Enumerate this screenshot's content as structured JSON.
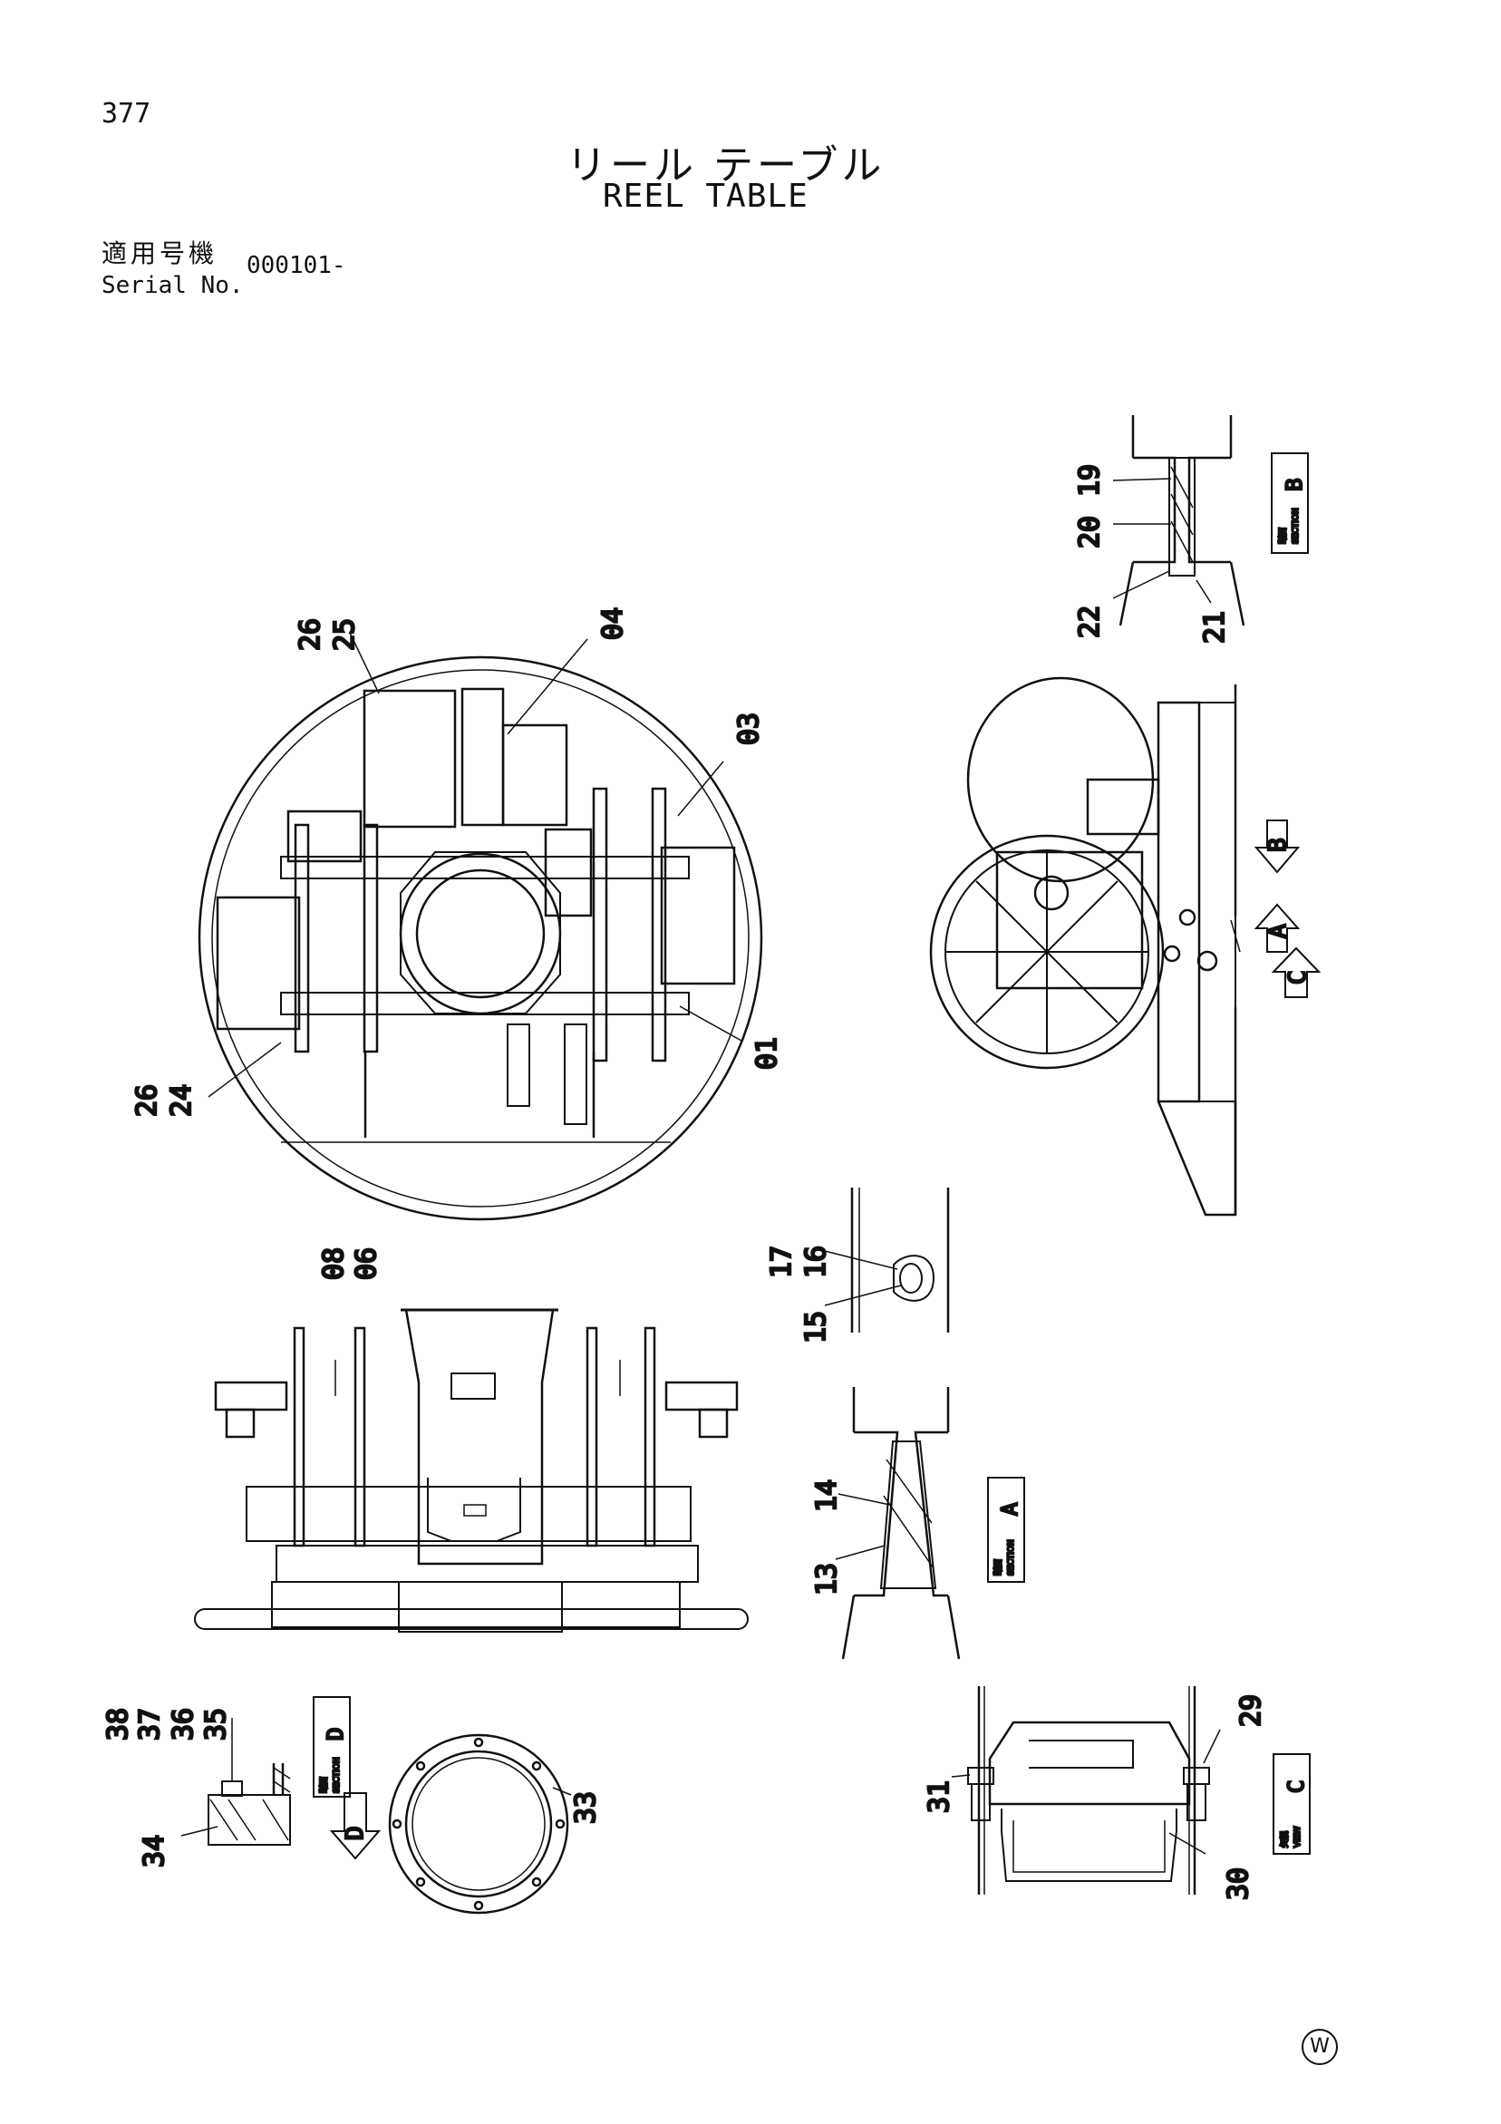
{
  "header": {
    "page_number": "377",
    "title_jp": "リール テーブル",
    "title_en": "REEL TABLE",
    "serial_label_jp": "適用号機",
    "serial_label_en": "Serial No.",
    "serial_value": "000101-"
  },
  "callouts": {
    "p19": "19",
    "p20": "20",
    "p21": "21",
    "p22": "22",
    "p26a": "26",
    "p25": "25",
    "p04": "04",
    "p03": "03",
    "p01": "01",
    "p26b": "26",
    "p24": "24",
    "p08": "08",
    "p06": "06",
    "p17": "17",
    "p16": "16",
    "p15": "15",
    "p14": "14",
    "p13": "13",
    "p38": "38",
    "p37": "37",
    "p36": "36",
    "p35": "35",
    "p34": "34",
    "p33": "33",
    "p29": "29",
    "p31": "31",
    "p30": "30"
  },
  "view_tags": {
    "section_b": {
      "kanji": "断面",
      "sub": "SECTION",
      "letter": "B"
    },
    "section_a": {
      "kanji": "断面",
      "sub": "SECTION",
      "letter": "A"
    },
    "section_d": {
      "kanji": "断面",
      "sub": "SECTION",
      "letter": "D"
    },
    "view_c": {
      "kanji": "矢視",
      "sub": "VIEW",
      "letter": "C"
    }
  },
  "view_arrows": {
    "a": "A",
    "b": "B",
    "c": "C",
    "d": "D"
  },
  "footer_mark": "W"
}
